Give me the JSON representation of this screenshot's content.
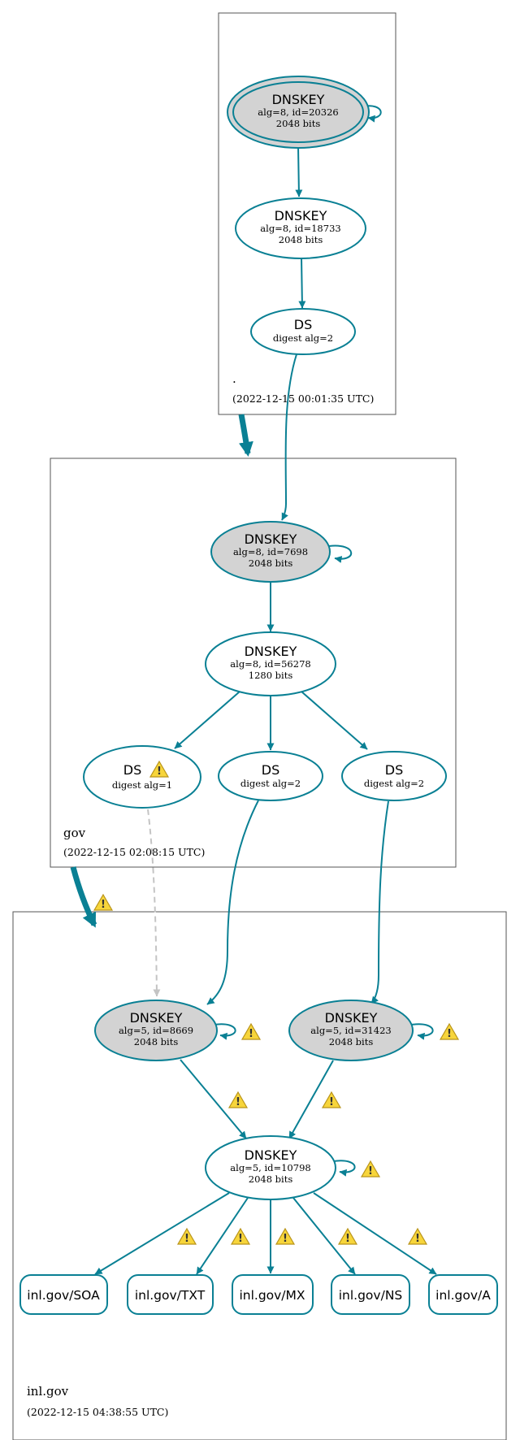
{
  "colors": {
    "edge": "#0a8094",
    "ksk_fill": "#d3d3d3",
    "zsk_fill": "#ffffff",
    "insecure_edge": "#c4c4c4",
    "warning": "#f7d53b"
  },
  "zones": {
    "root": {
      "name": ".",
      "timestamp": "(2022-12-15 00:01:35 UTC)"
    },
    "gov": {
      "name": "gov",
      "timestamp": "(2022-12-15 02:08:15 UTC)"
    },
    "inl": {
      "name": "inl.gov",
      "timestamp": "(2022-12-15 04:38:55 UTC)"
    }
  },
  "nodes": {
    "root_ksk": {
      "title": "DNSKEY",
      "line1": "alg=8, id=20326",
      "line2": "2048 bits"
    },
    "root_zsk": {
      "title": "DNSKEY",
      "line1": "alg=8, id=18733",
      "line2": "2048 bits"
    },
    "root_ds": {
      "title": "DS",
      "line1": "digest alg=2"
    },
    "gov_ksk": {
      "title": "DNSKEY",
      "line1": "alg=8, id=7698",
      "line2": "2048 bits"
    },
    "gov_zsk": {
      "title": "DNSKEY",
      "line1": "alg=8, id=56278",
      "line2": "1280 bits"
    },
    "gov_ds1": {
      "title": "DS",
      "line1": "digest alg=1"
    },
    "gov_ds2": {
      "title": "DS",
      "line1": "digest alg=2"
    },
    "gov_ds3": {
      "title": "DS",
      "line1": "digest alg=2"
    },
    "inl_ksk1": {
      "title": "DNSKEY",
      "line1": "alg=5, id=8669",
      "line2": "2048 bits"
    },
    "inl_ksk2": {
      "title": "DNSKEY",
      "line1": "alg=5, id=31423",
      "line2": "2048 bits"
    },
    "inl_zsk": {
      "title": "DNSKEY",
      "line1": "alg=5, id=10798",
      "line2": "2048 bits"
    }
  },
  "records": [
    "inl.gov/SOA",
    "inl.gov/TXT",
    "inl.gov/MX",
    "inl.gov/NS",
    "inl.gov/A"
  ],
  "warning_glyph": "!"
}
